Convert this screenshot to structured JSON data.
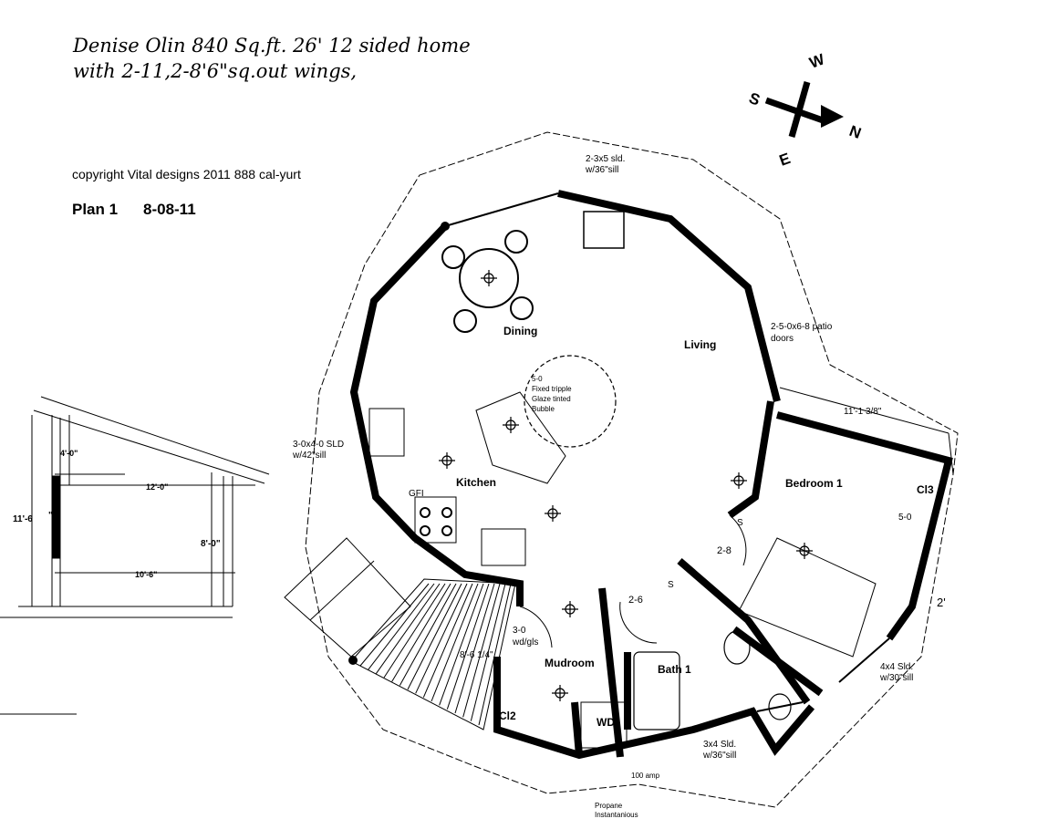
{
  "title": {
    "line1": "Denise  Olin    840 Sq.ft. 26' 12 sided home",
    "line2": "with  2-11,2-8'6\"sq.out wings,"
  },
  "copyright": "copyright Vital designs 2011     888 cal-yurt",
  "plan": {
    "label": "Plan 1",
    "date": "8-08-11"
  },
  "compass": {
    "w": "W",
    "s": "S",
    "n": "N",
    "e": "E"
  },
  "rooms": {
    "dining": "Dining",
    "living": "Living",
    "kitchen": "Kitchen",
    "bedroom": "Bedroom 1",
    "mudroom": "Mudroom",
    "bath": "Bath 1",
    "cl2": "Cl2",
    "cl3": "Cl3",
    "wd": "WD"
  },
  "notes": {
    "window_top_1": "2-3x5 sld.",
    "window_top_2": "w/36\"sill",
    "patio_1": "2-5-0x6-8 patio",
    "patio_2": "doors",
    "sld_west_1": "3-0x4-0  SLD",
    "sld_west_2": "w/42\"sill",
    "skylight_1": "5-0",
    "skylight_2": "Fixed tripple",
    "skylight_3": "Glaze  tinted",
    "skylight_4": "Bubble",
    "gfi": "GFI",
    "wing_dim": "11'-1 3/8\"",
    "cl3_door": "5-0",
    "wing_2": "2'",
    "door_28": "2-8",
    "door_26": "2-6",
    "s1": "S",
    "s2": "S",
    "mud_door_1": "3-0",
    "mud_door_2": "wd/gls",
    "wing_dim_2": "8'-6 1/4\"",
    "sld_bed_1": "4x4 Sld.",
    "sld_bed_2": "w/30\"sill",
    "sld_bath_1": "3x4 Sld.",
    "sld_bath_2": "w/36\"sill",
    "amp": "100 amp",
    "propane_1": "Propane",
    "propane_2": "Instantanious"
  },
  "elevation": {
    "d1": "4'-0\"",
    "d2": "12'-0\"",
    "d3": "11'-6",
    "d4": "\"",
    "d5": "8'-0\"",
    "d6": "10'-6\""
  }
}
